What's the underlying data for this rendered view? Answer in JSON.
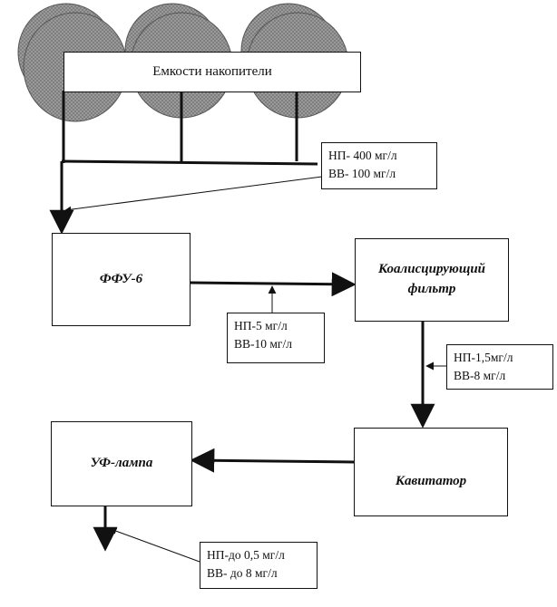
{
  "storage": {
    "label": "Емкости накопители"
  },
  "units": {
    "ffu": "ФФУ-6",
    "coalescing_filter_line1": "Коалисцирующий",
    "coalescing_filter_line2": "фильтр",
    "cavitator": "Кавитатор",
    "uv_lamp": "УФ-лампа"
  },
  "notes": {
    "inlet": {
      "line1": "НП- 400 мг/л",
      "line2": "ВВ-  100 мг/л"
    },
    "after_ffu": {
      "line1": "НП-5 мг/л",
      "line2": "ВВ-10 мг/л"
    },
    "after_filter": {
      "line1": "НП-1,5мг/л",
      "line2": "ВВ-8 мг/л"
    },
    "outlet": {
      "line1": "НП-до 0,5 мг/л",
      "line2": "ВВ- до 8 мг/л"
    }
  },
  "colors": {
    "tank_fill": "#8a8a8a",
    "tank_shade": "#6f6f6f",
    "line": "#111111"
  }
}
